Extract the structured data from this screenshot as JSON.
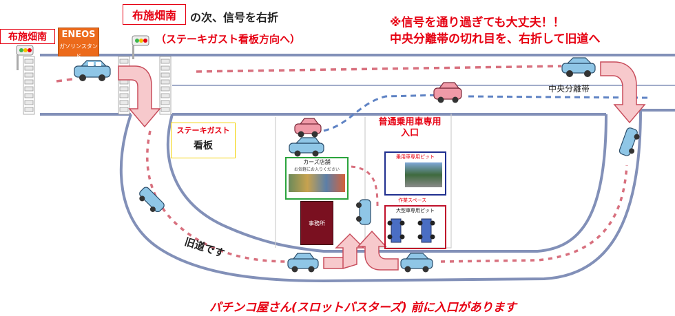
{
  "colors": {
    "road_border": "#8290b8",
    "route_dash": "#d8707e",
    "median_dash": "#5f83c4",
    "arrow_fill": "#f7c9cc",
    "arrow_stroke": "#c84d5c",
    "text_red": "#e60012",
    "text_dark": "#222222",
    "car_blue": "#8fc6e6",
    "car_pink": "#f09aa8"
  },
  "top_left_sign": "布施畑南",
  "eneos": {
    "brand": "ENEOS",
    "sub": "ガソリンスタンド"
  },
  "instruction": {
    "sign": "布施畑南",
    "text": "の次、信号を右折",
    "sub": "（ステーキガスト看板方向へ）"
  },
  "note": {
    "line1": "※信号を通り過ぎても大丈夫！！",
    "line2": "中央分離帯の切れ目を、右折して旧道へ"
  },
  "median_label": "中央分離帯",
  "steak_sign": {
    "line1": "ステーキガスト",
    "line2": "看板"
  },
  "entrance_label": {
    "line1": "普通乗用車専用",
    "line2": "入口"
  },
  "cars_shop": {
    "title": "カーズ店舗",
    "sub": "お気軽にお入りください"
  },
  "office": "事務所",
  "pit_normal": "乗用車専用ピット",
  "work_space": "作業スペース",
  "pit_large": "大型車専用ピット",
  "old_road_label": "旧道です",
  "footer": "パチンコ屋さん(スロットバスターズ) 前に入口があります"
}
